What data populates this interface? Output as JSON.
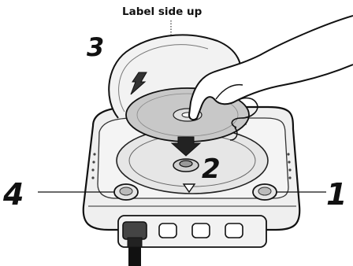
{
  "caption": "Label side up",
  "steps": {
    "one": "1",
    "two": "2",
    "three": "3",
    "four": "4"
  },
  "colors": {
    "ink": "#111111",
    "console_fill": "#eeeeee",
    "disc_fill": "#c9c9c9",
    "shadow": "#dcdcdc"
  }
}
